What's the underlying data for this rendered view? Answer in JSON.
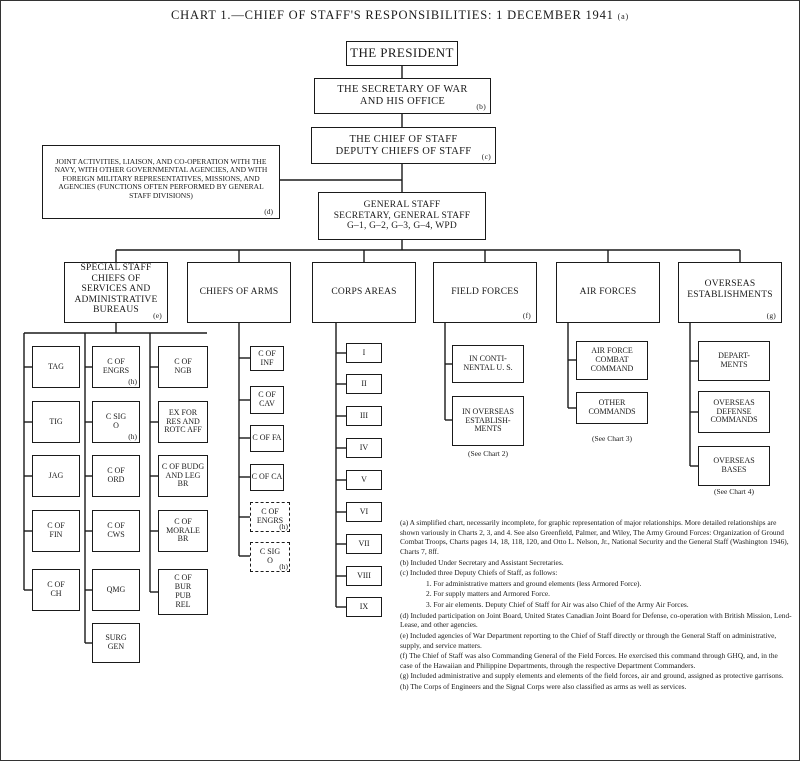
{
  "title": "CHART 1.—CHIEF OF STAFF'S RESPONSIBILITIES: 1 DECEMBER 1941",
  "title_note": "(a)",
  "top": {
    "president": "THE PRESIDENT",
    "secretary_l1": "THE SECRETARY OF WAR",
    "secretary_l2": "AND HIS OFFICE",
    "secretary_note": "(b)",
    "chief_l1": "THE CHIEF OF STAFF",
    "chief_l2": "DEPUTY CHIEFS OF STAFF",
    "chief_note": "(c)",
    "joint_text": "JOINT ACTIVITIES, LIAISON, AND CO-OPERATION WITH THE NAVY, WITH OTHER GOVERNMENTAL AGENCIES, AND WITH FOREIGN MILITARY REPRESENTATIVES, MISSIONS, AND AGENCIES (FUNCTIONS OFTEN PERFORMED BY GENERAL STAFF DIVISIONS)",
    "joint_note": "(d)",
    "gs_l1": "GENERAL STAFF",
    "gs_l2": "SECRETARY, GENERAL STAFF",
    "gs_l3": "G–1, G–2, G–3, G–4, WPD"
  },
  "branches": {
    "special": "SPECIAL STAFF CHIEFS OF SERVICES AND ADMINISTRATIVE BUREAUS",
    "special_note": "(e)",
    "arms": "CHIEFS OF ARMS",
    "corps": "CORPS AREAS",
    "field": "FIELD FORCES",
    "field_note": "(f)",
    "air": "AIR FORCES",
    "overseas": "OVERSEAS ESTABLISHMENTS",
    "overseas_note": "(g)"
  },
  "special_col1": [
    "TAG",
    "TIG",
    "JAG",
    "C OF FIN",
    "C OF CH"
  ],
  "special_col2": [
    "C OF ENGRS",
    "C SIG O",
    "C OF ORD",
    "C OF CWS",
    "QMG",
    "SURG GEN"
  ],
  "special_col2_notes": [
    "(h)",
    "(h)"
  ],
  "special_col3": [
    "C OF NGB",
    "EX FOR RES AND ROTC AFF",
    "C OF BUDG AND LEG BR",
    "C OF MORALE BR",
    "C OF BUR PUB REL"
  ],
  "arms_items": [
    "C OF INF",
    "C OF CAV",
    "C OF FA",
    "C OF CA"
  ],
  "arms_dashed": [
    "C OF ENGRS",
    "C SIG O"
  ],
  "arms_dashed_notes": [
    "(h)",
    "(h)"
  ],
  "corps_items": [
    "I",
    "II",
    "III",
    "IV",
    "V",
    "VI",
    "VII",
    "VIII",
    "IX"
  ],
  "field_items": [
    "IN CONTI-NENTAL U. S.",
    "IN OVERSEAS ESTABLISH-MENTS"
  ],
  "field_see": "(See Chart 2)",
  "air_items": [
    "AIR FORCE COMBAT COMMAND",
    "OTHER COMMANDS"
  ],
  "air_see": "(See Chart 3)",
  "overseas_items": [
    "DEPART-MENTS",
    "OVERSEAS DEFENSE COMMANDS",
    "OVERSEAS BASES"
  ],
  "overseas_see": "(See Chart 4)",
  "notes": {
    "a": "(a) A simplified chart, necessarily incomplete, for graphic representation of major relationships. More detailed relationships are shown variously in Charts 2, 3, and 4. See also Greenfield, Palmer, and Wiley, The Army Ground Forces: Organization of Ground Combat Troops, Charts pages 14, 18, 118, 120, and Otto L. Nelson, Jr., National Security and the General Staff (Washington 1946), Charts 7, 8ff.",
    "b": "(b) Included Under Secretary and Assistant Secretaries.",
    "c": "(c) Included three Deputy Chiefs of Staff, as follows:",
    "c1": "1. For administrative matters and ground elements (less Armored Force).",
    "c2": "2. For supply matters and Armored Force.",
    "c3": "3. For air elements. Deputy Chief of Staff for Air was also Chief of the Army Air Forces.",
    "d": "(d) Included participation on Joint Board, United States Canadian Joint Board for Defense, co-operation with British Mission, Lend-Lease, and other agencies.",
    "e": "(e) Included agencies of War Department reporting to the Chief of Staff directly or through the General Staff on administrative, supply, and service matters.",
    "f": "(f) The Chief of Staff was also Commanding General of the Field Forces. He exercised this command through GHQ, and, in the case of the Hawaiian and Philippine Departments, through the respective Department Commanders.",
    "g": "(g) Included administrative and supply elements and elements of the field forces, air and ground, assigned as protective garrisons.",
    "h": "(h) The Corps of Engineers and the Signal Corps were also classified as arms as well as services."
  }
}
